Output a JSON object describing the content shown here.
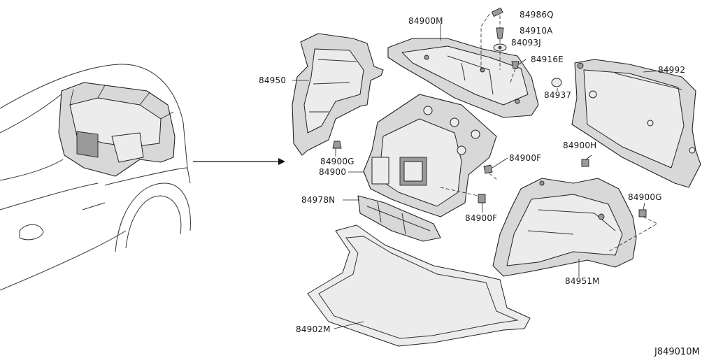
{
  "part_labels": {
    "p84900M": "84900M",
    "p84986Q": "84986Q",
    "p84910A": "84910A",
    "p84093J": "84093J",
    "p84916E": "84916E",
    "p84992": "84992",
    "p84937": "84937",
    "p84950": "84950",
    "p84900G_left": "84900G",
    "p84900": "84900",
    "p84900F_upper": "84900F",
    "p84900H": "84900H",
    "p84978N": "84978N",
    "p84900F_lower": "84900F",
    "p84900G_right": "84900G",
    "p84951M": "84951M",
    "p84902M": "84902M"
  },
  "diagram_code": "J849010M"
}
